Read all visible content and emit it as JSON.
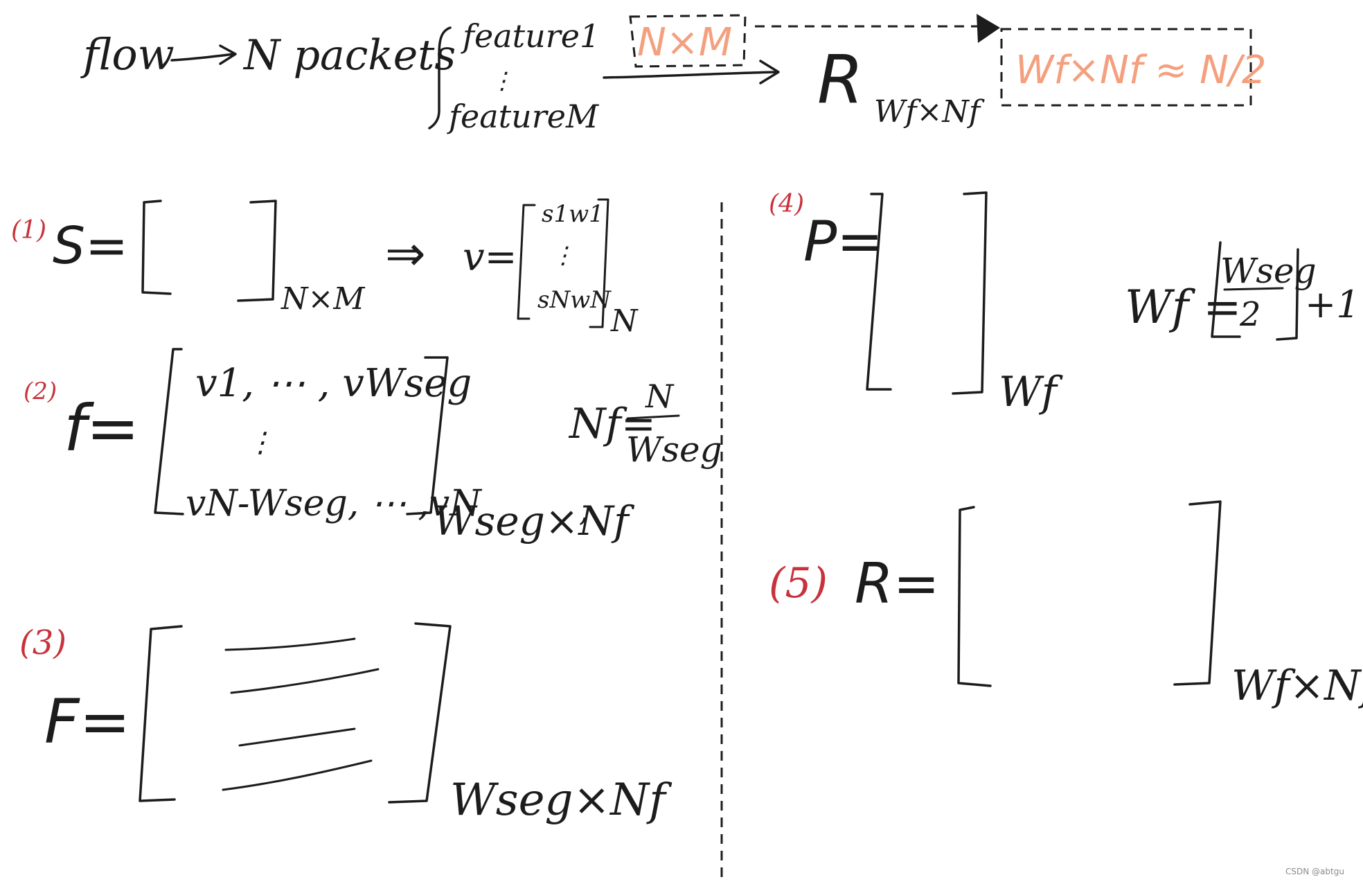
{
  "flow_line": {
    "flow": "flow",
    "n_packets": "N packets",
    "feature1": "feature1",
    "vdots": "⋮",
    "featureM": "featureM",
    "nxm": "N×M",
    "result": "R",
    "result_sub": "Wf×Nf",
    "approx_note": "Wf×Nf ≈ N/2"
  },
  "eq1": {
    "label": "(1)",
    "lhs": "S=",
    "sub": "N×M",
    "implies": "⇒",
    "v_lhs": "v=",
    "row_top": "s1w1",
    "row_dots": "⋮",
    "row_bottom": "sNwN",
    "v_sub": "N"
  },
  "eq2": {
    "label": "(2)",
    "lhs": "f=",
    "row_top": "v1, ⋯ , vWseg",
    "row_dots": "⋮",
    "row_bottom": "vN-Wseg, ⋯ ,vN",
    "sub": "Wseg×Nf",
    "comma": ",",
    "nf_lhs": "Nf=",
    "nf_num": "N",
    "nf_den": "Wseg"
  },
  "eq3": {
    "label": "(3)",
    "lhs": "F=",
    "sub": "Wseg×Nf"
  },
  "eq4": {
    "label": "(4)",
    "lhs": "P=",
    "sub": "Wf",
    "wf_lhs": "Wf =",
    "wf_num": "Wseg",
    "wf_den": "2",
    "wf_tail": "+1"
  },
  "eq5": {
    "label": "(5)",
    "lhs": "R=",
    "sub": "Wf×Nf"
  },
  "watermark": "CSDN @abtgu",
  "colors": {
    "ink": "#1c1c1c",
    "label_red": "#c8323c",
    "note_orange": "#f4a07e"
  }
}
